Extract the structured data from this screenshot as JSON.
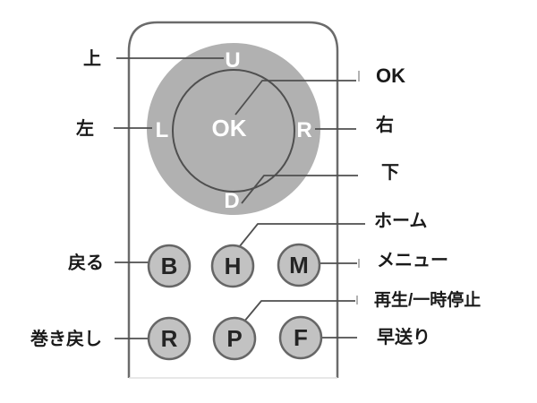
{
  "diagram_title": "remote-control-button-diagram",
  "colors": {
    "background": "#ffffff",
    "remote_outline": "#6b6b6b",
    "remote_fill": "#ffffff",
    "dpad_fill": "#b1b1b1",
    "dpad_ring": "#4f4f4f",
    "button_fill": "#c2c2c2",
    "button_outline": "#666666",
    "leader_line": "#4f4f4f",
    "tick_mark": "#b3b3b3",
    "bottom_edge": "#e0e0e0",
    "label_text": "#1a1a1a",
    "dpad_key_text": "#ffffff",
    "button_key_text": "#242424"
  },
  "dpad": {
    "up": "U",
    "left": "L",
    "center": "OK",
    "right": "R",
    "down": "D"
  },
  "buttons": {
    "back": "B",
    "home": "H",
    "menu": "M",
    "rewind": "R",
    "play_pause": "P",
    "fast_forward": "F"
  },
  "labels": {
    "up": "上",
    "ok": "OK",
    "left": "左",
    "right": "右",
    "down": "下",
    "home": "ホーム",
    "back": "戻る",
    "menu": "メニュー",
    "play_pause": "再生/一時停止",
    "rewind": "巻き戻し",
    "fast_forward": "早送り"
  }
}
